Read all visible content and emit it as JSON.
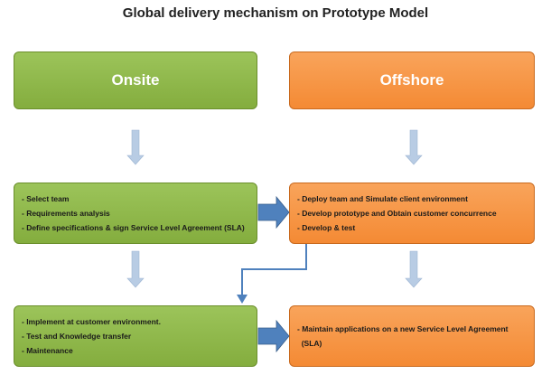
{
  "title": "Global delivery mechanism on Prototype Model",
  "onsite": {
    "header": "Onsite",
    "phase1_items": [
      "- Select team",
      "- Requirements analysis",
      "- Define specifications  & sign Service Level Agreement (SLA)"
    ],
    "phase2_items": [
      "- Implement at customer environment.",
      "- Test and Knowledge transfer",
      "- Maintenance"
    ]
  },
  "offshore": {
    "header": "Offshore",
    "phase1_items": [
      "- Deploy team and Simulate client environment",
      "- Develop prototype and Obtain customer concurrence",
      "- Develop & test"
    ],
    "phase2_items": [
      "- Maintain applications on a new Service Level Agreement",
      "  (SLA)"
    ]
  },
  "colors": {
    "onsite": "#8fb94b",
    "offshore": "#f79646",
    "arrow_blue": "#4f81bd",
    "down_arrow": "#b8cce4"
  }
}
